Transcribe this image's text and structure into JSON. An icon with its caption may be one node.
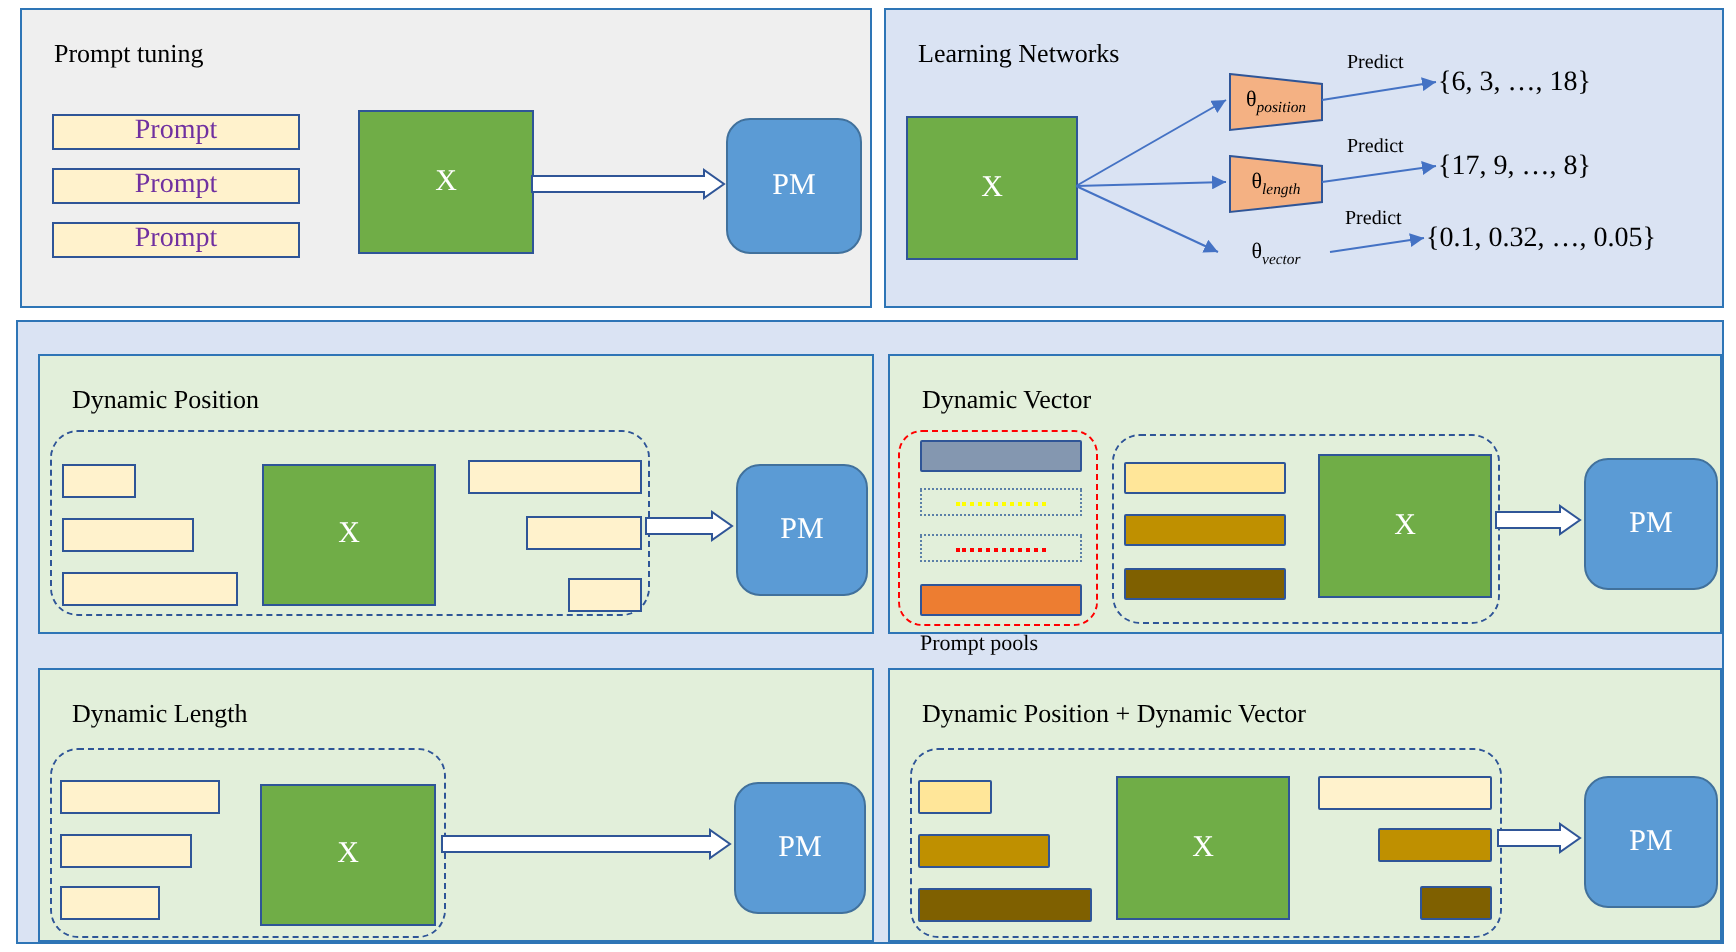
{
  "diagram": {
    "nodes": [
      {
        "text": [
          "Prompt tuning"
        ]
      },
      {
        "text": [
          "Prompt"
        ],
        "in": 0
      },
      {
        "text": [
          "Prompt"
        ],
        "in": 0
      },
      {
        "text": [
          "Prompt"
        ],
        "in": 0
      },
      {
        "text": [
          "X"
        ],
        "in": 0
      },
      {
        "text": [
          "PM"
        ],
        "in": 0
      },
      {
        "text": [
          "Learning Networks"
        ]
      },
      {
        "text": [
          "X"
        ],
        "in": 6
      },
      {
        "text": [
          "θ$_{position}$"
        ],
        "in": 6
      },
      {
        "text": [
          "θ$_{length}$"
        ],
        "in": 6
      },
      {
        "text": [
          "θ$_{vector}$"
        ],
        "in": 6
      },
      {
        "text": [
          "{6, 3, …, 18}"
        ],
        "in": 6
      },
      {
        "text": [
          "{17, 9, …, 8}"
        ],
        "in": 6
      },
      {
        "text": [
          "{0.1, 0.32, …, 0.05}"
        ],
        "in": 6
      },
      {
        "text": [],
        "shape": "box"
      },
      {
        "text": [
          "Dynamic Position"
        ],
        "in": 14
      },
      {
        "text": [],
        "shape": "box",
        "in": 15
      },
      {
        "text": [],
        "shape": "box",
        "in": 16
      },
      {
        "text": [],
        "shape": "box",
        "in": 16
      },
      {
        "text": [],
        "shape": "box",
        "in": 16
      },
      {
        "text": [
          "X"
        ],
        "in": 16
      },
      {
        "text": [],
        "shape": "box",
        "in": 16
      },
      {
        "text": [],
        "shape": "box",
        "in": 16
      },
      {
        "text": [],
        "shape": "box",
        "in": 16
      },
      {
        "text": [
          "PM"
        ],
        "in": 15
      },
      {
        "text": [
          "Dynamic Vector"
        ],
        "in": 14
      },
      {
        "text": [],
        "shape": "box",
        "in": 25,
        "beside": [
          "Prompt pools"
        ]
      },
      {
        "text": [],
        "shape": "bar",
        "in": 26
      },
      {
        "text": [],
        "shape": "box",
        "in": 26
      },
      {
        "text": [],
        "shape": "box",
        "in": 26
      },
      {
        "text": [],
        "shape": "bar",
        "in": 26
      },
      {
        "text": [],
        "shape": "box",
        "in": 25
      },
      {
        "text": [],
        "shape": "bar",
        "in": 31
      },
      {
        "text": [],
        "shape": "bar",
        "in": 31
      },
      {
        "text": [],
        "shape": "bar",
        "in": 31
      },
      {
        "text": [
          "X"
        ],
        "in": 31
      },
      {
        "text": [
          "PM"
        ],
        "in": 25
      },
      {
        "text": [
          "Dynamic Length"
        ],
        "in": 14
      },
      {
        "text": [],
        "shape": "box",
        "in": 37
      },
      {
        "text": [],
        "shape": "box",
        "in": 38
      },
      {
        "text": [],
        "shape": "box",
        "in": 38
      },
      {
        "text": [],
        "shape": "box",
        "in": 38
      },
      {
        "text": [
          "X"
        ],
        "in": 38
      },
      {
        "text": [
          "PM"
        ],
        "in": 37
      },
      {
        "text": [
          "Dynamic Position + Dynamic Vector"
        ],
        "in": 14
      },
      {
        "text": [],
        "shape": "box",
        "in": 44
      },
      {
        "text": [],
        "shape": "bar",
        "in": 45
      },
      {
        "text": [],
        "shape": "bar",
        "in": 45
      },
      {
        "text": [],
        "shape": "bar",
        "in": 45
      },
      {
        "text": [
          "X"
        ],
        "in": 45
      },
      {
        "text": [],
        "shape": "bar",
        "in": 45
      },
      {
        "text": [],
        "shape": "bar",
        "in": 45
      },
      {
        "text": [],
        "shape": "bar",
        "in": 45
      },
      {
        "text": [
          "PM"
        ],
        "in": 44
      }
    ],
    "edges": [
      {
        "from": 4,
        "to": 5,
        "arrow": "to",
        "style": "thick"
      },
      {
        "from": 7,
        "to": 8,
        "arrow": "to"
      },
      {
        "from": 7,
        "to": 9,
        "arrow": "to"
      },
      {
        "from": 7,
        "to": 10,
        "arrow": "to"
      },
      {
        "from": 8,
        "to": 11,
        "arrow": "to",
        "label": "Predict"
      },
      {
        "from": 9,
        "to": 12,
        "arrow": "to",
        "label": "Predict"
      },
      {
        "from": 10,
        "to": 13,
        "arrow": "to",
        "label": "Predict"
      },
      {
        "from": 16,
        "to": 24,
        "arrow": "to",
        "style": "thick"
      },
      {
        "from": 31,
        "to": 36,
        "arrow": "to",
        "style": "thick"
      },
      {
        "from": 38,
        "to": 43,
        "arrow": "to",
        "style": "thick"
      },
      {
        "from": 45,
        "to": 53,
        "arrow": "to",
        "style": "thick"
      }
    ]
  }
}
